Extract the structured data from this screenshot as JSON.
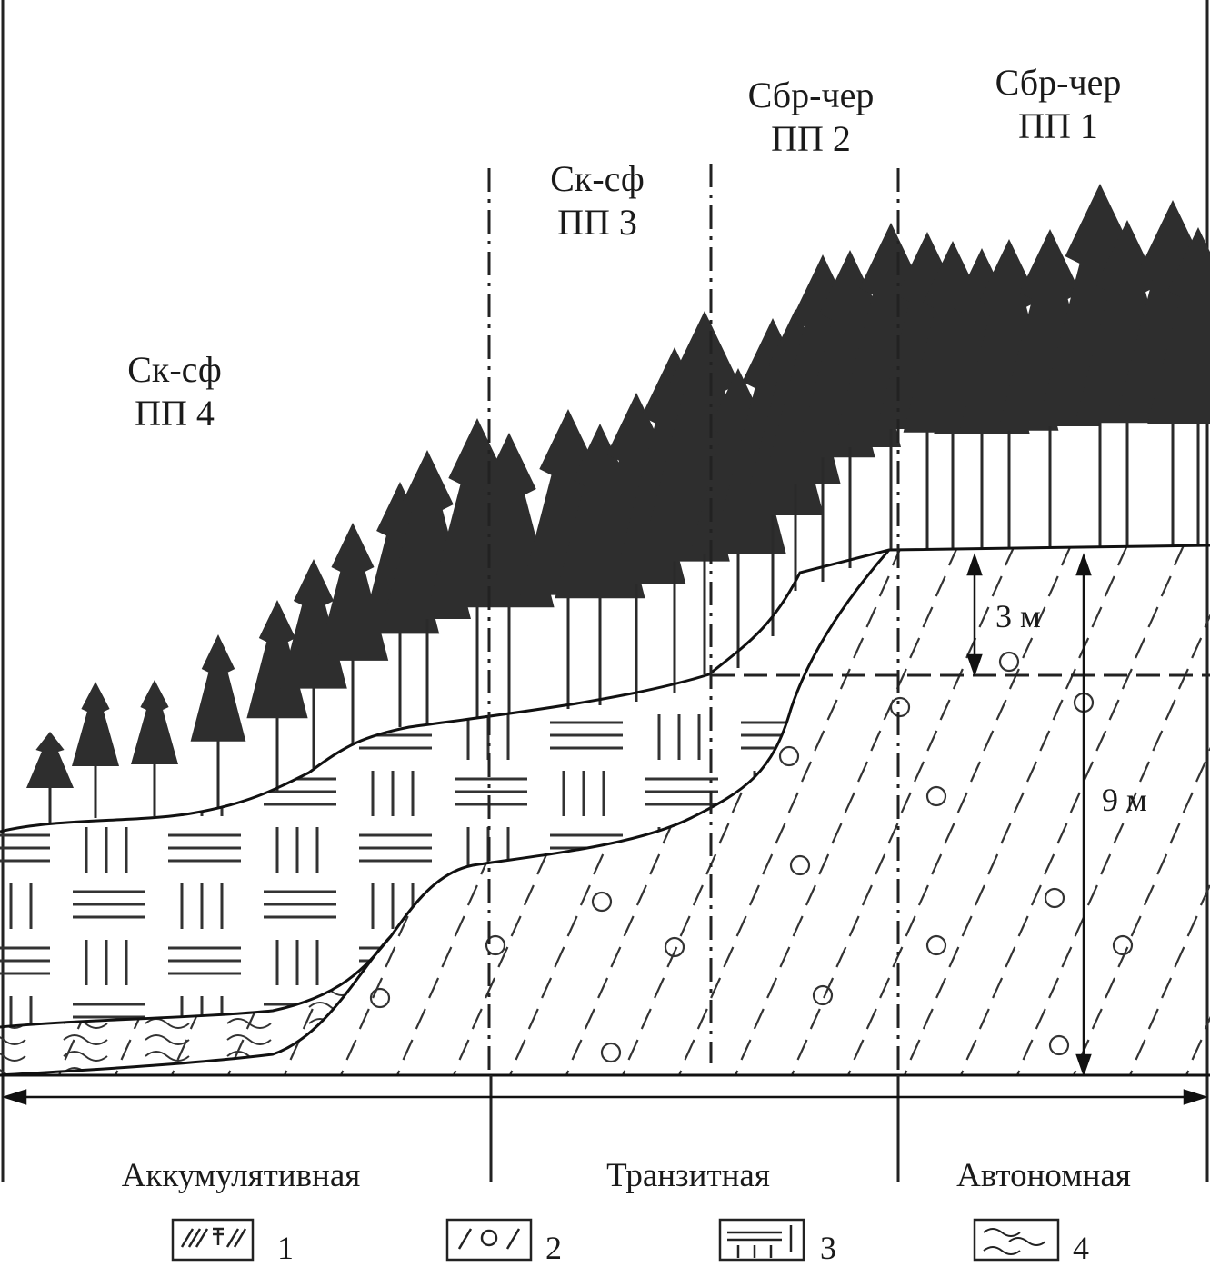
{
  "plots": [
    {
      "id": "pp4",
      "type": "Ск-сф",
      "name": "ПП 4"
    },
    {
      "id": "pp3",
      "type": "Ск-сф",
      "name": "ПП 3"
    },
    {
      "id": "pp2",
      "type": "Сбр-чер",
      "name": "ПП 2"
    },
    {
      "id": "pp1",
      "type": "Сбр-чер",
      "name": "ПП 1"
    }
  ],
  "depths": {
    "upper": "3 м",
    "lower": "9 м"
  },
  "zones": [
    "Аккумулятивная",
    "Транзитная",
    "Автономная"
  ],
  "legend": [
    "1",
    "2",
    "3",
    "4"
  ]
}
